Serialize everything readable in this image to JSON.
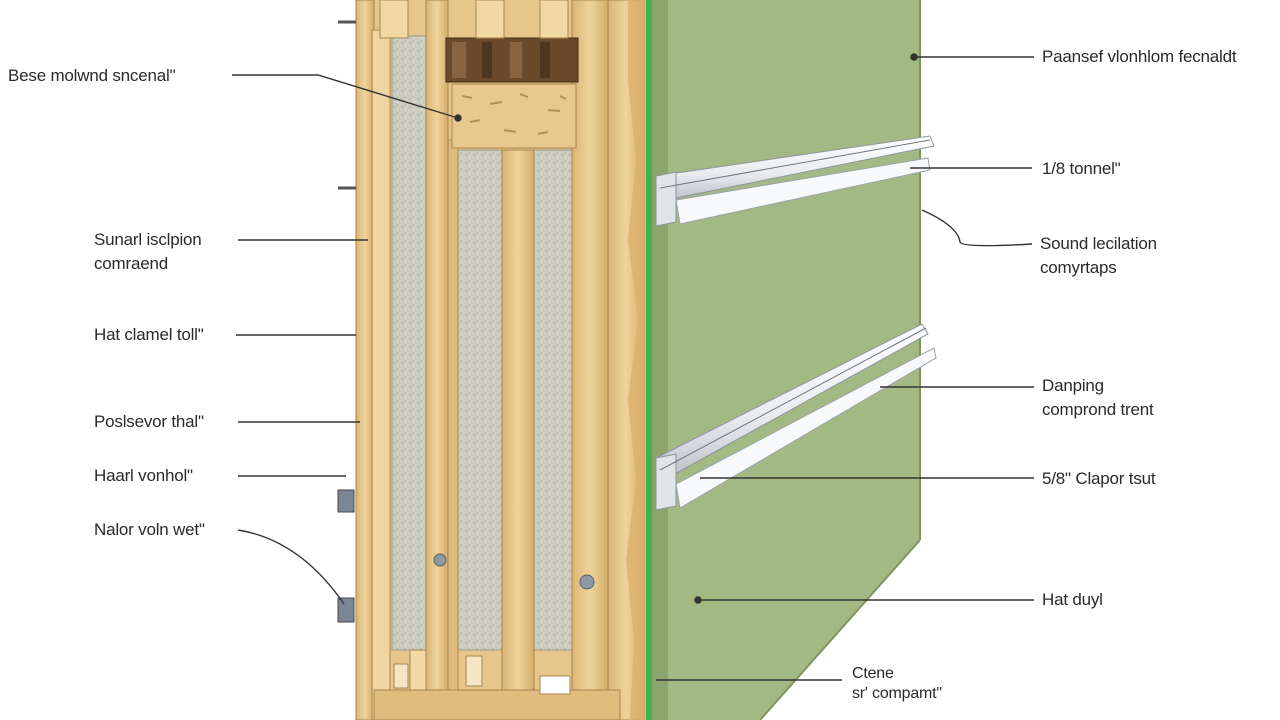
{
  "labels": {
    "left": {
      "base_material": "Bese molwnd sncenal\"",
      "sound_isolation": [
        "Sunarl isclpion",
        "comraend"
      ],
      "hat_channel": "Hat clamel toll\"",
      "resilient_channel": "Poslsevor thal\"",
      "resilient_mount": "Haarl vonhol\"",
      "nail_wood": "Nalor voln wet\""
    },
    "right": {
      "panel": "Paansef vlonhlom fecnaldt",
      "channel": "1/8 tonnel\"",
      "sound_isolation": [
        "Sound lecilation",
        "comyrtaps"
      ],
      "damping": [
        "Danping",
        "comprond trent"
      ],
      "drywall_thickness": "5/8\" Clapor tsut",
      "hat_drywall": "Hat duyl",
      "compound": [
        "Ctene",
        "sr' compamt\""
      ]
    }
  },
  "colors": {
    "drywall": "#9fb57e",
    "wood": "#e9c98c",
    "insulation": "#c9c8bd",
    "green_sealant": "#37b24d",
    "leader": "#333333"
  }
}
